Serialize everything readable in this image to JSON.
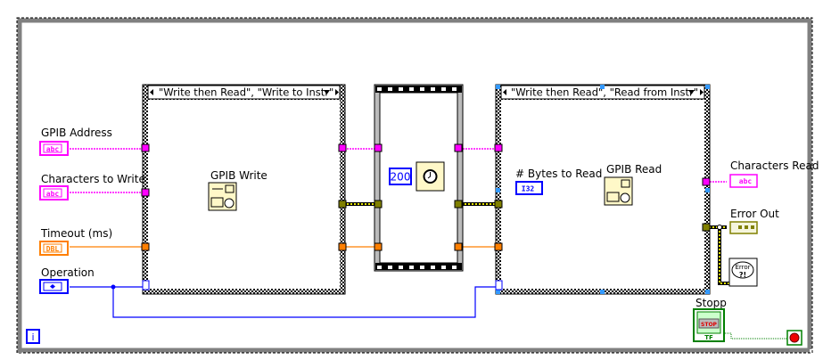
{
  "controls": {
    "gpib_address": {
      "label": "GPIB Address",
      "type": "abc"
    },
    "characters_to_write": {
      "label": "Characters to Write",
      "type": "abc"
    },
    "timeout": {
      "label": "Timeout (ms)",
      "type": "DBL"
    },
    "operation": {
      "label": "Operation"
    },
    "bytes_to_read": {
      "label": "# Bytes to Read",
      "type": "I32"
    },
    "stop": {
      "label": "Stopp",
      "button_text": "STOP",
      "type": "TF"
    }
  },
  "indicators": {
    "characters_read": {
      "label": "Characters Read",
      "type": "abc"
    },
    "error_out": {
      "label": "Error Out"
    }
  },
  "case_write": {
    "selector": "\"Write then Read\", \"Write to Instr\""
  },
  "case_read": {
    "selector": "\"Write then Read\", \"Read from Instr\""
  },
  "nodes": {
    "gpib_write": "GPIB Write",
    "gpib_read": "GPIB Read",
    "wait_constant": "200",
    "error_dialog": "Error",
    "error_dialog_sub": "?!"
  },
  "loop": {
    "iteration_terminal": "i"
  },
  "colors": {
    "string": "#ff00ff",
    "numeric_dbl": "#ff7f00",
    "numeric_int": "#0000ff",
    "error": "#6b6b00",
    "boolean": "#008000",
    "frame": "#808080"
  }
}
